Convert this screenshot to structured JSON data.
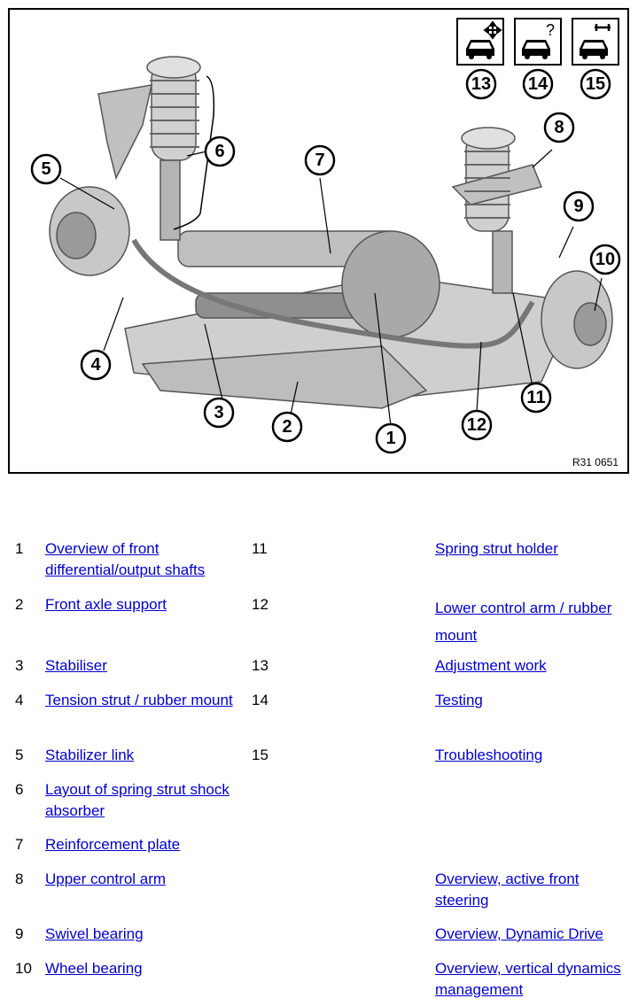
{
  "figure": {
    "ref_code": "R31 0651",
    "callouts": [
      "1",
      "2",
      "3",
      "4",
      "5",
      "6",
      "7",
      "8",
      "9",
      "10",
      "11",
      "12",
      "13",
      "14",
      "15"
    ],
    "icons": [
      "car-move-icon",
      "car-question-icon",
      "car-wrench-icon"
    ]
  },
  "legend": {
    "rows": [
      {
        "num": "1",
        "label": "Overview of front differential/output shafts",
        "num2": "11",
        "label2": "Spring strut holder"
      },
      {
        "num": "2",
        "label": "Front axle support",
        "num2": "12",
        "label2": "Lower control arm / rubber mount"
      },
      {
        "num": "3",
        "label": "Stabiliser",
        "num2": "13",
        "label2": "Adjustment work"
      },
      {
        "num": "4",
        "label": "Tension strut / rubber mount",
        "num2": "14",
        "label2": "Testing"
      },
      {
        "num": "5",
        "label": "Stabilizer link",
        "num2": "15",
        "label2": "Troubleshooting"
      },
      {
        "num": "6",
        "label": "Layout of spring strut shock absorber",
        "num2": "",
        "label2": ""
      },
      {
        "num": "7",
        "label": "Reinforcement plate",
        "num2": "",
        "label2": ""
      },
      {
        "num": "8",
        "label": "Upper control arm",
        "num2": "",
        "label2": "Overview, active front steering"
      },
      {
        "num": "9",
        "label": "Swivel bearing",
        "num2": "",
        "label2": "Overview, Dynamic Drive"
      },
      {
        "num": "10",
        "label": "Wheel bearing",
        "num2": "",
        "label2": "Overview, vertical dynamics management"
      }
    ]
  }
}
